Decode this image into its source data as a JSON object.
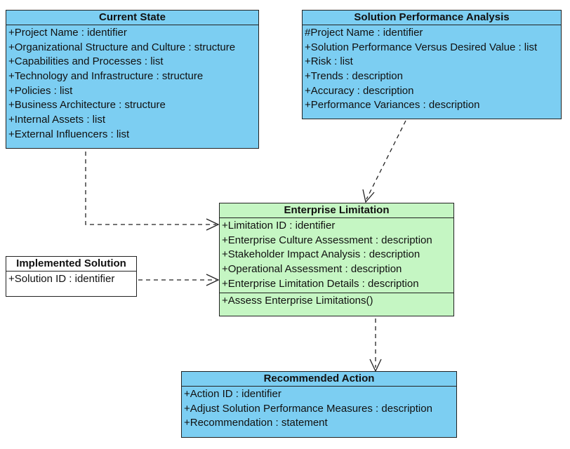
{
  "classes": {
    "current_state": {
      "title": "Current State",
      "attributes": [
        "+Project Name : identifier",
        "+Organizational Structure and Culture : structure",
        "+Capabilities and Processes : list",
        "+Technology and Infrastructure : structure",
        "+Policies : list",
        "+Business Architecture : structure",
        "+Internal Assets : list",
        "+External Influencers : list"
      ],
      "color": "#7ccef2"
    },
    "solution_performance_analysis": {
      "title": "Solution Performance Analysis",
      "attributes": [
        "#Project Name : identifier",
        "+Solution Performance Versus Desired Value : list",
        "+Risk : list",
        "+Trends : description",
        "+Accuracy : description",
        "+Performance Variances : description"
      ],
      "color": "#7ccef2"
    },
    "enterprise_limitation": {
      "title": "Enterprise Limitation",
      "attributes": [
        "+Limitation ID : identifier",
        "+Enterprise Culture Assessment : description",
        "+Stakeholder Impact Analysis : description",
        "+Operational Assessment : description",
        "+Enterprise Limitation Details : description"
      ],
      "operations": [
        "+Assess Enterprise Limitations()"
      ],
      "color": "#c5f6c3"
    },
    "implemented_solution": {
      "title": "Implemented Solution",
      "attributes": [
        "+Solution ID : identifier"
      ],
      "color": "#ffffff"
    },
    "recommended_action": {
      "title": "Recommended Action",
      "attributes": [
        "+Action ID : identifier",
        "+Adjust Solution Performance Measures : description",
        "+Recommendation : statement"
      ],
      "color": "#7ccef2"
    }
  },
  "relationships": [
    {
      "from": "Current State",
      "to": "Enterprise Limitation",
      "type": "dependency"
    },
    {
      "from": "Solution Performance Analysis",
      "to": "Enterprise Limitation",
      "type": "dependency"
    },
    {
      "from": "Implemented Solution",
      "to": "Enterprise Limitation",
      "type": "dependency"
    },
    {
      "from": "Enterprise Limitation",
      "to": "Recommended Action",
      "type": "dependency"
    }
  ]
}
